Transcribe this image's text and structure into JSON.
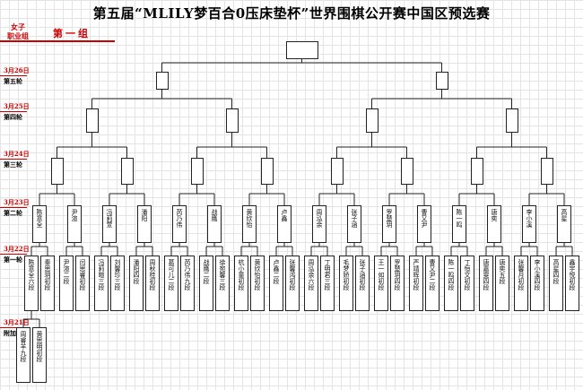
{
  "title": "第五届“MLILY梦百合0压床垫杯”世界围棋公开赛中国区预选赛",
  "category_line1": "女子",
  "category_line2": "职业组",
  "group_label": "第一组",
  "rounds": [
    {
      "date": "3月26日",
      "round": "第五轮"
    },
    {
      "date": "3月25日",
      "round": "第四轮"
    },
    {
      "date": "3月24日",
      "round": "第三轮"
    },
    {
      "date": "3月23日",
      "round": "第二轮"
    },
    {
      "date": "3月22日",
      "round": "第一轮"
    },
    {
      "date": "3月21日",
      "round": "附加赛"
    }
  ],
  "prelim_pairs": [
    [
      "周睿羊九段",
      "黄思明初段"
    ]
  ],
  "round1_pairs": [
    [
      "陈意全六段",
      "秦思玥初段"
    ],
    [
      "尹渲二段",
      "闫思睿初段"
    ],
    [
      "冯莉暄三段",
      "刘馨珍三段"
    ],
    [
      "潘阳四段",
      "周秋桂初段"
    ],
    [
      "葛可儿二段",
      "芮乃伟九段"
    ],
    [
      "战鹰二段",
      "徐宛馨三段"
    ],
    [
      "杭小童初段",
      "黄欣怡初段"
    ],
    [
      "卢鑫二段",
      "张馨鸿初段"
    ],
    [
      "周泓余六段",
      "丁明君三段"
    ],
    [
      "毛梦娇初段",
      "张子涵初段"
    ],
    [
      "王一如初段",
      "罗楚玥四段"
    ],
    [
      "严靖晖初段",
      "曹又尹二段"
    ],
    [
      "陈一鸣四段",
      "丁恒文初段"
    ],
    [
      "唐嘉雯四段",
      "唐奕五段"
    ],
    [
      "张馨月初段",
      "李小溪四段"
    ],
    [
      "高星四段",
      "鑫宇悦初段"
    ]
  ],
  "round2_names": [
    "陈意全",
    "尹渲",
    "冯莉萱",
    "潘阳",
    "芮乃伟",
    "战鹰",
    "黄欣怡",
    "卢鑫",
    "周泓余",
    "张子涵",
    "罗楚玥",
    "曹又尹",
    "陈一鸣",
    "唐奕",
    "李小溪",
    "高星"
  ]
}
